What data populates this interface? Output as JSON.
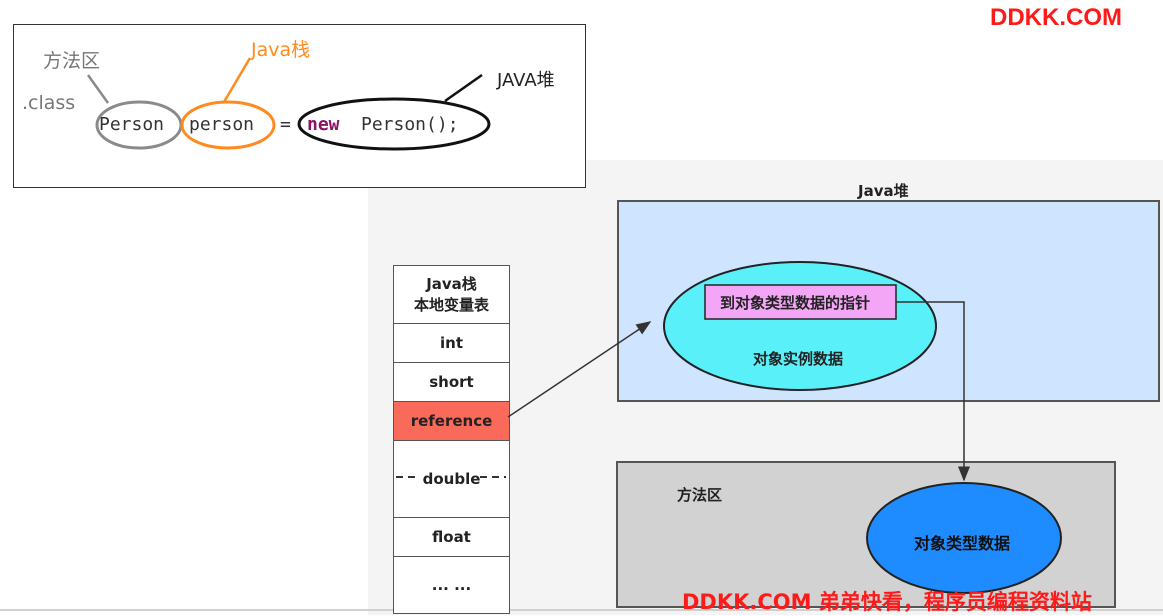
{
  "watermark": {
    "top": "DDKK.COM",
    "bottom": "DDKK.COM 弟弟快看，程序员编程资料站"
  },
  "code_box": {
    "method_area_label": "方法区",
    "class_label": ".class",
    "stack_label": "Java栈",
    "heap_label": "JAVA堆",
    "type_word": "Person",
    "var_word": "person",
    "equals": "=",
    "new_keyword": "new",
    "constructor": "Person();"
  },
  "heap": {
    "title": "Java堆",
    "pointer_label": "到对象类型数据的指针",
    "instance_label": "对象实例数据"
  },
  "method_area": {
    "title": "方法区",
    "type_data_label": "对象类型数据"
  },
  "stack": {
    "header_line1": "Java栈",
    "header_line2": "本地变量表",
    "items": [
      "int",
      "short",
      "reference",
      "double",
      "float",
      "... ..."
    ]
  },
  "colors": {
    "reference": "#fa6a5a",
    "instance_ellipse": "#5af0fa",
    "pointer_box": "#f4a6f6",
    "type_ellipse": "#1e8cff",
    "heap_bg": "#cfe4ff",
    "method_bg": "#d2d2d2",
    "stack_label": "#ff8a1e",
    "keyword": "#8a1464",
    "watermark": "#ff1a1a"
  }
}
